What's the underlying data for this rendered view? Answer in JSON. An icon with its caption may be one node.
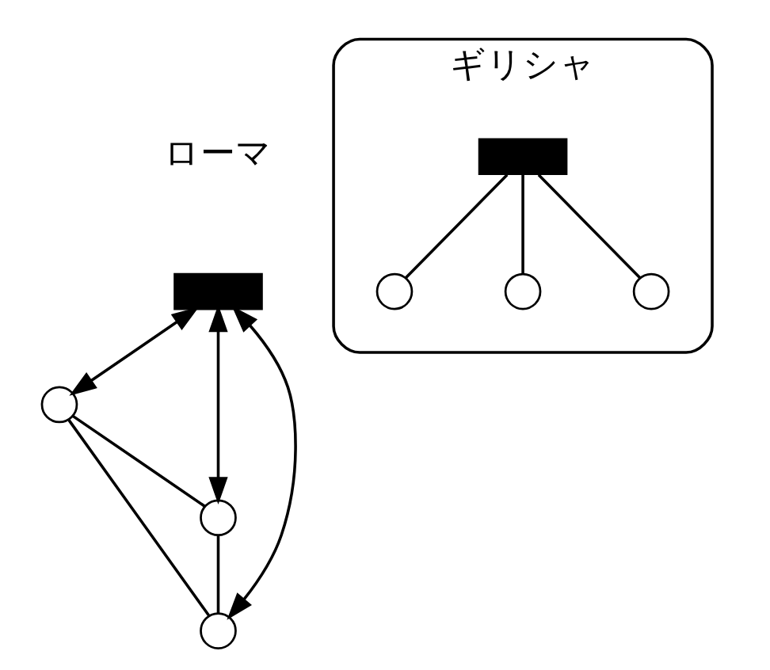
{
  "diagram": {
    "nodes": [
      {
        "text": [],
        "shape": "box"
      },
      {
        "text": [],
        "shape": "circle"
      },
      {
        "text": [],
        "shape": "circle"
      },
      {
        "text": [],
        "shape": "circle"
      },
      {
        "text": [
          "ギリシャ"
        ]
      },
      {
        "text": [],
        "shape": "box",
        "in": 4
      },
      {
        "text": [],
        "shape": "circle",
        "in": 4
      },
      {
        "text": [],
        "shape": "circle",
        "in": 4
      },
      {
        "text": [],
        "shape": "circle",
        "in": 4
      }
    ],
    "edges": [
      {
        "from": 0,
        "to": 1,
        "arrow": "both"
      },
      {
        "from": 0,
        "to": 2,
        "arrow": "both"
      },
      {
        "from": 0,
        "to": 3,
        "arrow": "both"
      },
      {
        "from": 1,
        "to": 3,
        "arrow": "none"
      },
      {
        "from": 1,
        "to": 2,
        "arrow": "none"
      },
      {
        "from": 3,
        "to": 2,
        "arrow": "none"
      },
      {
        "from": 5,
        "to": 6,
        "arrow": "none"
      },
      {
        "from": 5,
        "to": 7,
        "arrow": "none"
      },
      {
        "from": 5,
        "to": 8,
        "arrow": "none"
      }
    ],
    "labels": [
      "ローマ"
    ]
  }
}
